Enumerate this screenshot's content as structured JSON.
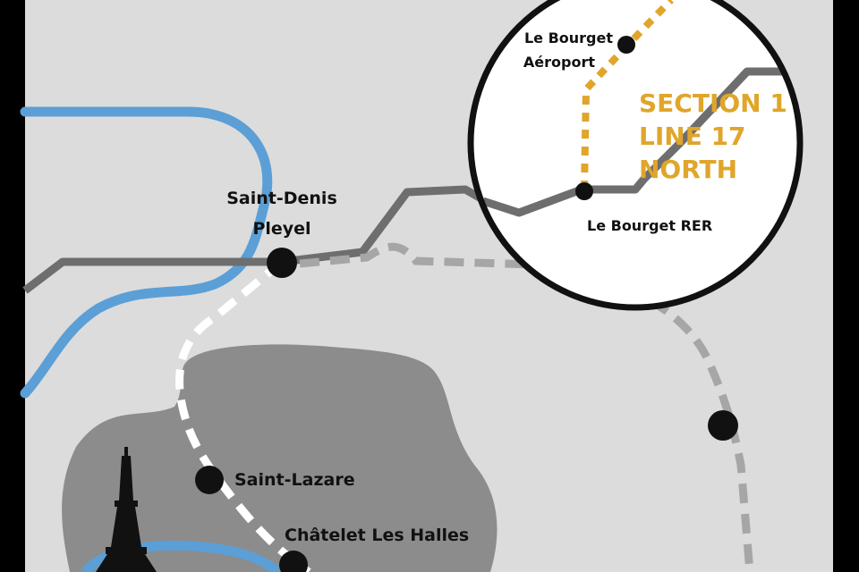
{
  "stations": {
    "saint_denis_line1": "Saint-Denis",
    "saint_denis_line2": "Pleyel",
    "saint_lazare": "Saint-Lazare",
    "chatelet": "Châtelet Les Halles",
    "le_bourget_aeroport_line1": "Le Bourget",
    "le_bourget_aeroport_line2": "Aéroport",
    "le_bourget_rer": "Le Bourget RER"
  },
  "section_label": {
    "line1": "SECTION 1",
    "line2": "LINE 17",
    "line3": "NORTH"
  },
  "colors": {
    "background": "#dcdcdc",
    "frame": "#000000",
    "paris_area": "#8c8c8c",
    "river": "#5b9fd6",
    "line_solid": "#6e6e6e",
    "line_dashed_white": "#ffffff",
    "line_dashed_gray": "#a6a6a6",
    "line17_gold": "#e0a52a",
    "station_dot": "#111111",
    "inset_fill": "#ffffff",
    "inset_border": "#111111"
  },
  "icons": {
    "landmark": "eiffel-tower-icon"
  }
}
